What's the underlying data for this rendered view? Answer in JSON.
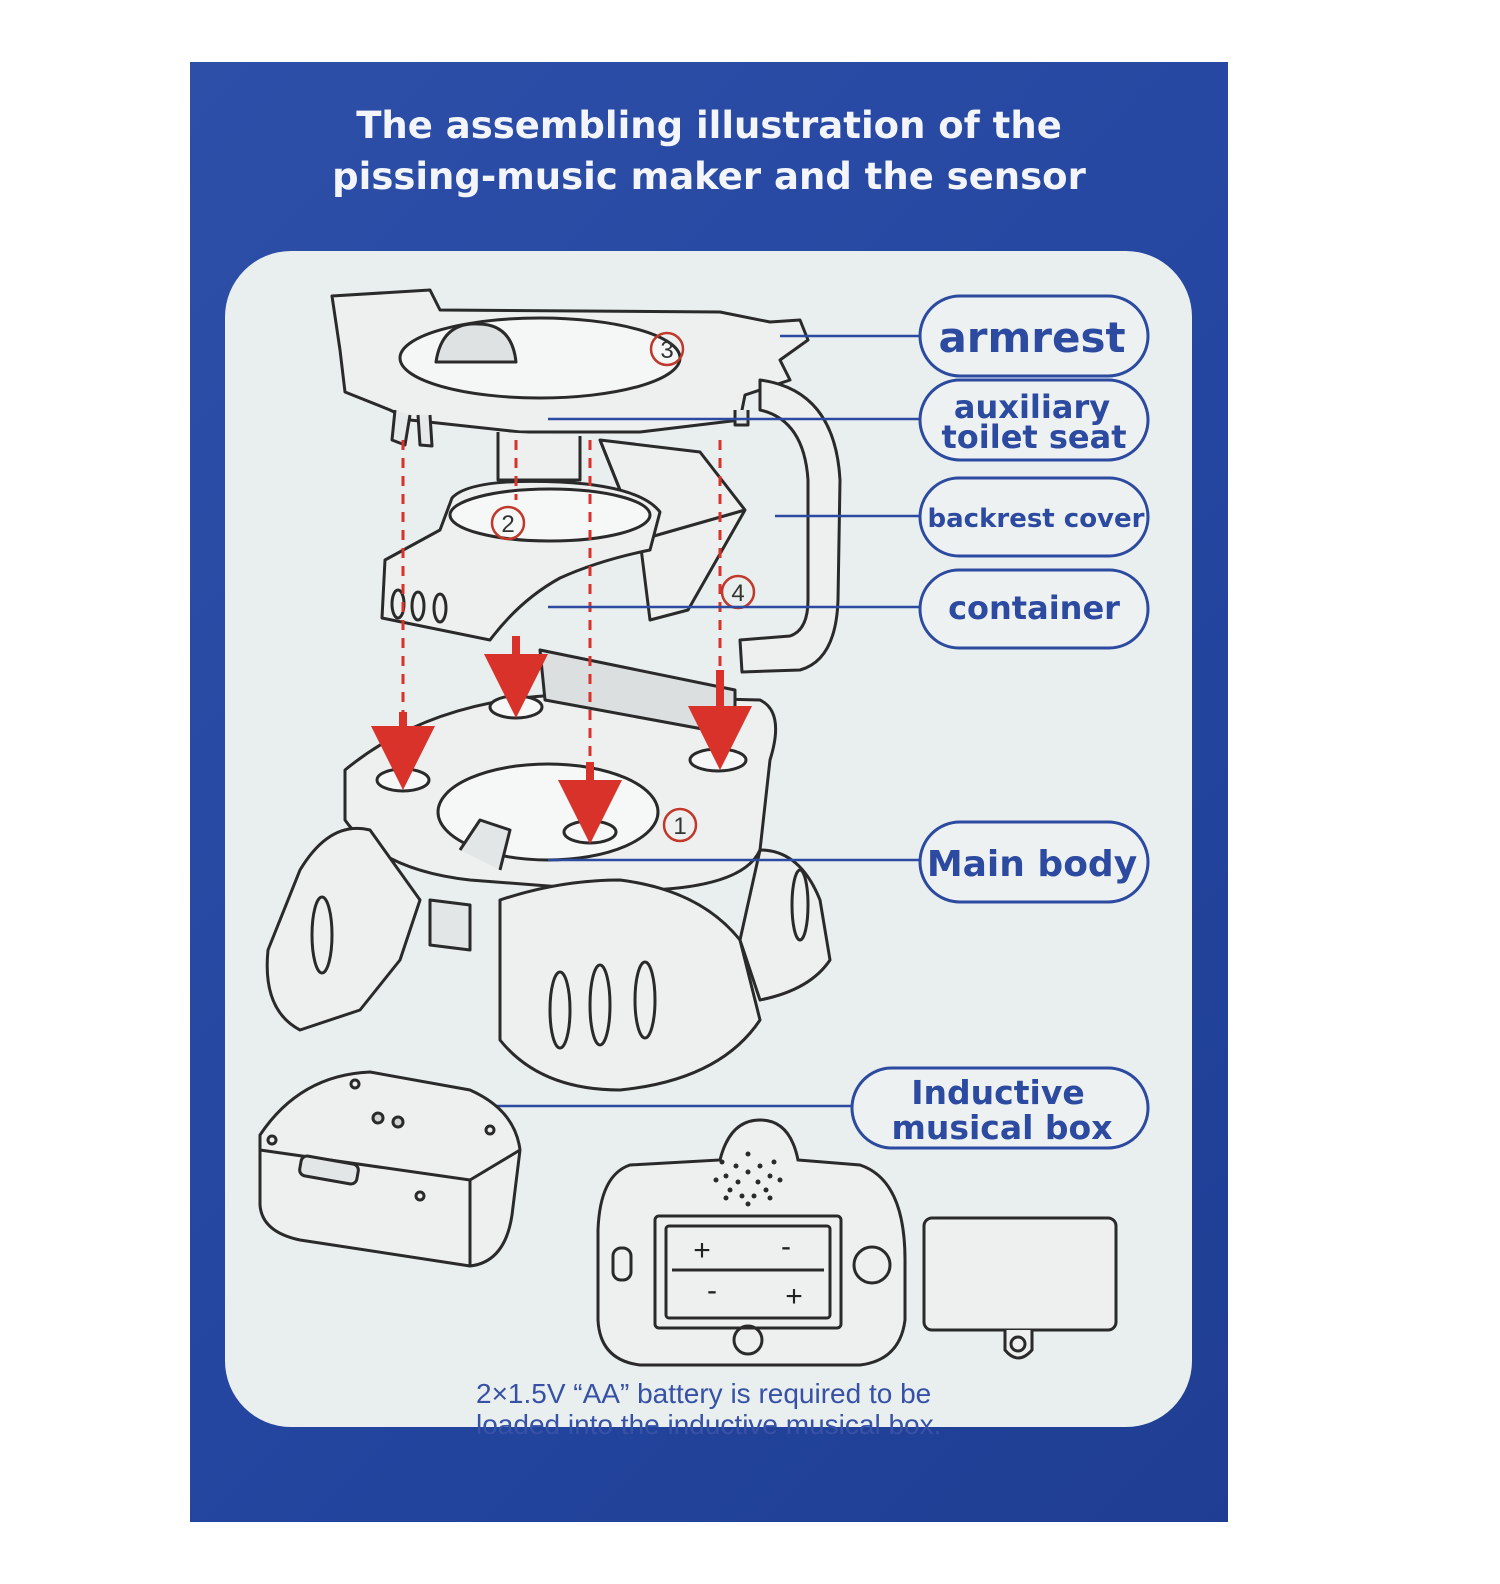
{
  "title": {
    "line1": "The assembling illustration of the",
    "line2": "pissing-music maker and the sensor"
  },
  "labels": {
    "armrest": "armrest",
    "auxiliary_line1": "auxiliary",
    "auxiliary_line2": "toilet seat",
    "backrest": "backrest cover",
    "container": "container",
    "main_body": "Main body",
    "musical_line1": "Inductive",
    "musical_line2": "musical box"
  },
  "step_numbers": [
    "1",
    "2",
    "3",
    "4"
  ],
  "battery_symbols": {
    "plus": "+",
    "minus": "-"
  },
  "note": {
    "line1": "2×1.5V “AA” battery is required to be",
    "line2": "loaded into the inductive musical box."
  },
  "colors": {
    "background_blue": "#2446a0",
    "panel": "#e9eeee",
    "label_blue": "#2b4aa0",
    "arrow_red": "#d8322a"
  }
}
